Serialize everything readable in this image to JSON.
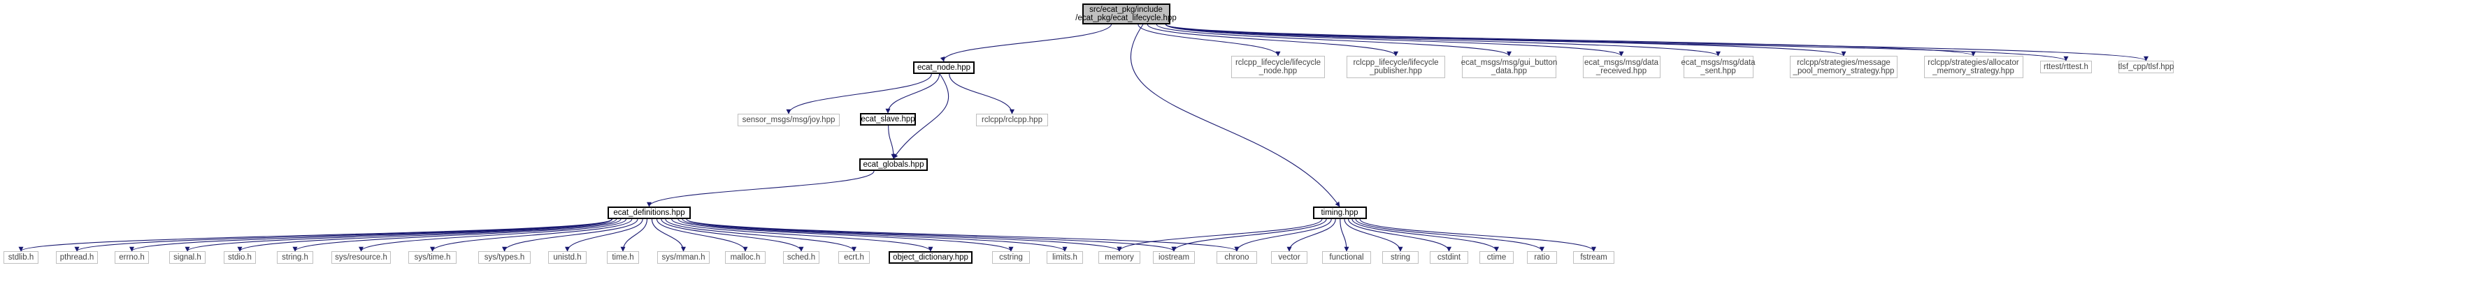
{
  "graph": {
    "root": "src/ecat_pkg/include\n/ecat_pkg/ecat_lifecycle.hpp",
    "nodes": {
      "ecat_node": "ecat_node.hpp",
      "lifecycle_node": "rclcpp_lifecycle/lifecycle\n_node.hpp",
      "lifecycle_publisher": "rclcpp_lifecycle/lifecycle\n_publisher.hpp",
      "gui_button": "ecat_msgs/msg/gui_button\n_data.hpp",
      "data_received": "ecat_msgs/msg/data\n_received.hpp",
      "data_sent": "ecat_msgs/msg/data\n_sent.hpp",
      "message_pool": "rclcpp/strategies/message\n_pool_memory_strategy.hpp",
      "allocator": "rclcpp/strategies/allocator\n_memory_strategy.hpp",
      "rttest": "rttest/rttest.h",
      "tlsf": "tlsf_cpp/tlsf.hpp",
      "joy": "sensor_msgs/msg/joy.hpp",
      "ecat_slave": "ecat_slave.hpp",
      "rclcpp": "rclcpp/rclcpp.hpp",
      "ecat_globals": "ecat_globals.hpp",
      "ecat_definitions": "ecat_definitions.hpp",
      "timing": "timing.hpp",
      "stdlib": "stdlib.h",
      "pthread": "pthread.h",
      "errno": "errno.h",
      "signal": "signal.h",
      "stdio": "stdio.h",
      "string_h": "string.h",
      "resource": "sys/resource.h",
      "time_sys": "sys/time.h",
      "types": "sys/types.h",
      "unistd": "unistd.h",
      "time_h": "time.h",
      "mman": "sys/mman.h",
      "malloc": "malloc.h",
      "sched": "sched.h",
      "ecrt": "ecrt.h",
      "object_dictionary": "object_dictionary.hpp",
      "cstring": "cstring",
      "limits": "limits.h",
      "memory": "memory",
      "iostream": "iostream",
      "chrono": "chrono",
      "vector": "vector",
      "functional": "functional",
      "string": "string",
      "cstdint": "cstdint",
      "ctime": "ctime",
      "ratio": "ratio",
      "fstream": "fstream"
    }
  },
  "colors": {
    "edge": "#191970",
    "root_fill": "#bfbfbf",
    "node_border": "#bfbfbf",
    "documented_border": "#000000"
  }
}
